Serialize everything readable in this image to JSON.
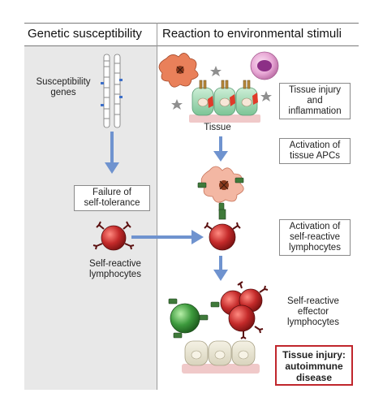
{
  "headers": {
    "left": "Genetic susceptibility",
    "right": "Reaction to environmental stimuli"
  },
  "left_labels": {
    "susceptibility_genes": [
      "Susceptibility",
      "genes"
    ],
    "failure": [
      "Failure of",
      "self-tolerance"
    ],
    "self_reactive": [
      "Self-reactive",
      "lymphocytes"
    ]
  },
  "right_labels": {
    "tissue": "Tissue",
    "tissue_injury": [
      "Tissue injury",
      "and",
      "inflammation"
    ],
    "activation_apcs": [
      "Activation of",
      "tissue APCs"
    ],
    "activation_lymph": [
      "Activation of",
      "self-reactive",
      "lymphocytes"
    ],
    "effector": [
      "Self-reactive",
      "effector",
      "lymphocytes"
    ],
    "final": [
      "Tissue injury:",
      "autoimmune",
      "disease"
    ]
  },
  "colors": {
    "accent_red": "#c0262c",
    "arrow_blue": "#6f93cf",
    "panel_gray": "#e8e8e8",
    "cell_red": "#c42a2a",
    "cell_green": "#3d9a3d",
    "apc_orange": "#e9805a",
    "tissue_green": "#a8d9b5"
  }
}
